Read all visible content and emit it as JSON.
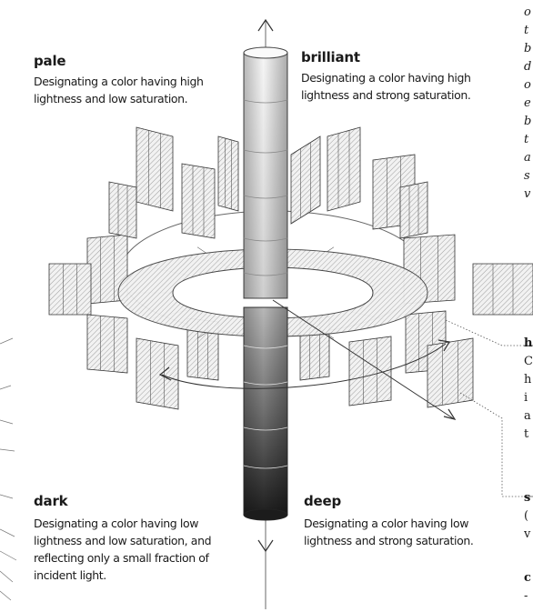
{
  "terms": {
    "pale": {
      "title": "pale",
      "lines": [
        "Designating a color having high",
        "lightness and low saturation."
      ]
    },
    "brilliant": {
      "title": "brilliant",
      "lines": [
        "Designating a color having high",
        "lightness and strong saturation."
      ]
    },
    "dark": {
      "title": "dark",
      "lines": [
        "Designating a color having low",
        "lightness and low saturation, and",
        "reflecting only a small fraction of",
        "incident light."
      ]
    },
    "deep": {
      "title": "deep",
      "lines": [
        "Designating a color having low",
        "lightness and strong saturation."
      ]
    }
  },
  "right_edge_fragments": {
    "top": [
      "o",
      "t",
      "b",
      "d",
      "o",
      "e",
      "b",
      "t",
      "a",
      "s",
      "v"
    ],
    "hue": [
      "h",
      "C",
      "h",
      "i",
      "a",
      "t"
    ],
    "saturation": [
      "s",
      "(",
      "v"
    ],
    "bottom": [
      "c",
      "-"
    ]
  },
  "colors": {
    "ink": "#1a1a1a",
    "hatch": "#555555"
  }
}
